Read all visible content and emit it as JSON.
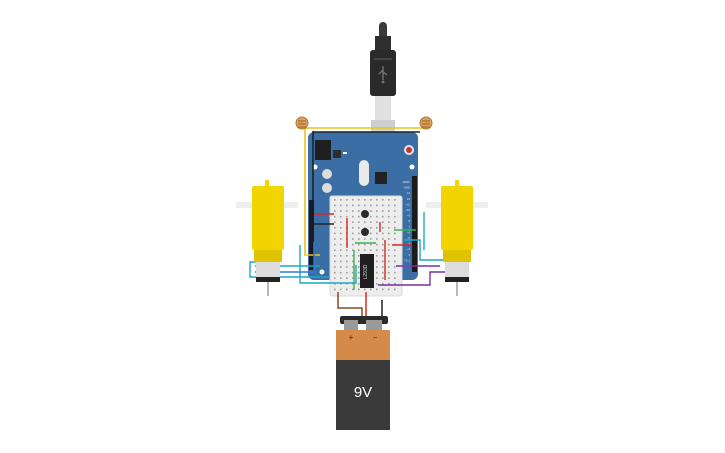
{
  "components": {
    "usb_cable": {
      "icon": "usb-plug-icon"
    },
    "arduino": {
      "board_color": "#3b6ea5",
      "pin_labels": [
        "AREF",
        "GND",
        "13",
        "12",
        "~11",
        "~10",
        "~9",
        "8",
        "7",
        "~6",
        "~5",
        "4",
        "~3",
        "2",
        "TX 1",
        "RX 0"
      ]
    },
    "breadboard": {
      "color": "#ededed"
    },
    "ic_chip": {
      "label": "L293D"
    },
    "motor_left": {
      "color": "#f2d400"
    },
    "motor_right": {
      "color": "#f2d400"
    },
    "photoresistor_left": {},
    "photoresistor_right": {},
    "battery": {
      "voltage_label": "9V",
      "plus_label": "+",
      "minus_label": "−",
      "top_color": "#d48a4a",
      "body_color": "#3a3a3a"
    }
  },
  "wire_colors": {
    "yellow": "#e9c21f",
    "black": "#222222",
    "red": "#d42a1f",
    "green": "#3bb54a",
    "blue": "#2f7bd6",
    "cyan": "#1da7c4",
    "purple": "#7b2f9c",
    "brown": "#8a4b1f"
  }
}
